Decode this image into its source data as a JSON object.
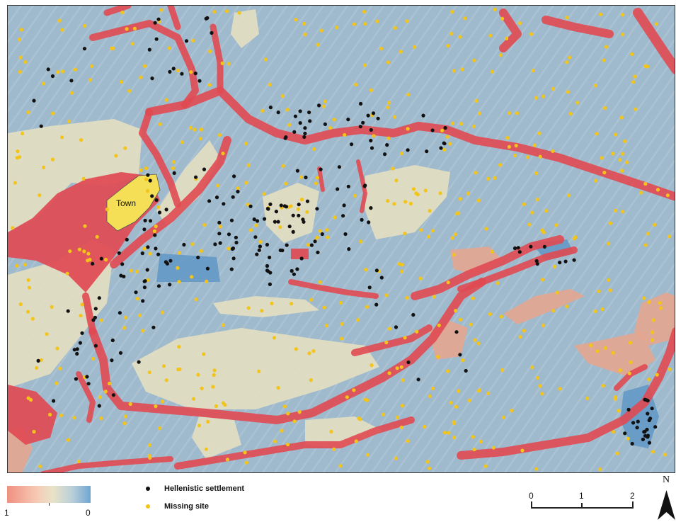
{
  "map": {
    "town_label": "Town",
    "colors": {
      "base_blue": "#9fbacd",
      "dark_blue": "#5f97c6",
      "beige": "#e4dfc2",
      "red": "#e04a52",
      "salmon": "#e7a48c",
      "town_yellow": "#f4df57",
      "missing_dot": "#f3c419",
      "settlement_dot": "#111111"
    }
  },
  "legend": {
    "ramp_min_label": "1",
    "ramp_max_label": "0",
    "items": [
      {
        "label": "Hellenistic settlement",
        "color": "#111111",
        "icon": "black-dot"
      },
      {
        "label": "Missing site",
        "color": "#f3c419",
        "icon": "yellow-dot"
      }
    ]
  },
  "scale_bar": {
    "labels": [
      "0",
      "1",
      "2"
    ]
  },
  "north_arrow": {
    "label": "N"
  }
}
